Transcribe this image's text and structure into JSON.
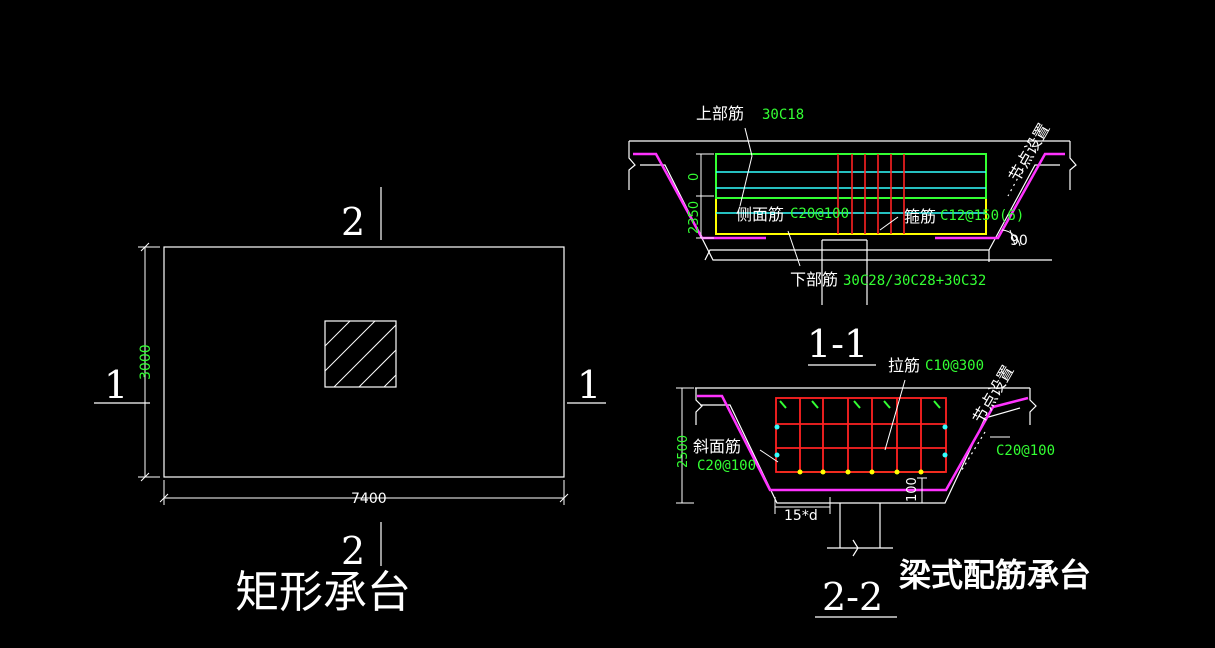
{
  "colors": {
    "background": "#000000",
    "outline": "#ffffff",
    "dimension_text": "#33ff33",
    "magenta": "#ff33ff",
    "red": "#ff2222",
    "cyan": "#33ffff",
    "green": "#33ff33",
    "yellow": "#ffff00"
  },
  "plan": {
    "title": "矩形承台",
    "section_mark_top": "2",
    "section_mark_bottom": "2",
    "section_mark_left": "1",
    "section_mark_right": "1",
    "dim_width": "7400",
    "dim_height": "3000"
  },
  "section_1_1": {
    "title": "1-1",
    "label_top_bar": "上部筋",
    "value_top_bar": "30C18",
    "label_side_bar": "侧面筋",
    "value_side_bar": "C20@100",
    "label_stirrup": "箍筋",
    "value_stirrup": "C12@150(6)",
    "label_bottom_bar": "下部筋",
    "value_bottom_bar": "30C28/30C28+30C32",
    "label_node": "节点设置",
    "dim_0": "0",
    "dim_2350": "2350",
    "angle": "90"
  },
  "section_2_2": {
    "title": "2-2",
    "label_tie_bar": "拉筋",
    "value_tie_bar": "C10@300",
    "label_slope_bar": "斜面筋",
    "value_slope_bar": "C20@100",
    "value_slope_right": "C20@100",
    "label_node": "节点设置",
    "dim_2500": "2500",
    "dim_15d": "15*d",
    "dim_100": "100"
  },
  "main_title": "梁式配筋承台"
}
